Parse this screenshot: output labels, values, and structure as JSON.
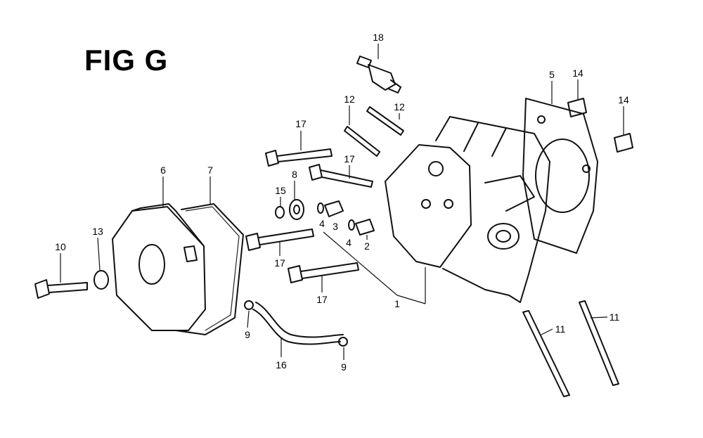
{
  "title": "FIG G",
  "callouts": [
    {
      "ref": "18",
      "part": "spark-plug"
    },
    {
      "ref": "12",
      "part": "stud-bolt"
    },
    {
      "ref": "12",
      "part": "stud-bolt"
    },
    {
      "ref": "17",
      "part": "flange-bolt"
    },
    {
      "ref": "17",
      "part": "flange-bolt"
    },
    {
      "ref": "8",
      "part": "washer"
    },
    {
      "ref": "15",
      "part": "o-ring"
    },
    {
      "ref": "6",
      "part": "head-cover"
    },
    {
      "ref": "7",
      "part": "head-cover-gasket"
    },
    {
      "ref": "13",
      "part": "sealing-washer"
    },
    {
      "ref": "10",
      "part": "cover-bolt"
    },
    {
      "ref": "4",
      "part": "o-ring"
    },
    {
      "ref": "3",
      "part": "dowel-pin"
    },
    {
      "ref": "4",
      "part": "o-ring"
    },
    {
      "ref": "2",
      "part": "dowel-pin"
    },
    {
      "ref": "17",
      "part": "flange-bolt"
    },
    {
      "ref": "17",
      "part": "flange-bolt"
    },
    {
      "ref": "1",
      "part": "cylinder-head"
    },
    {
      "ref": "9",
      "part": "clip"
    },
    {
      "ref": "16",
      "part": "breather-tube"
    },
    {
      "ref": "9",
      "part": "clip"
    },
    {
      "ref": "5",
      "part": "head-gasket"
    },
    {
      "ref": "14",
      "part": "dowel"
    },
    {
      "ref": "14",
      "part": "dowel"
    },
    {
      "ref": "11",
      "part": "stud"
    },
    {
      "ref": "11",
      "part": "stud"
    }
  ]
}
